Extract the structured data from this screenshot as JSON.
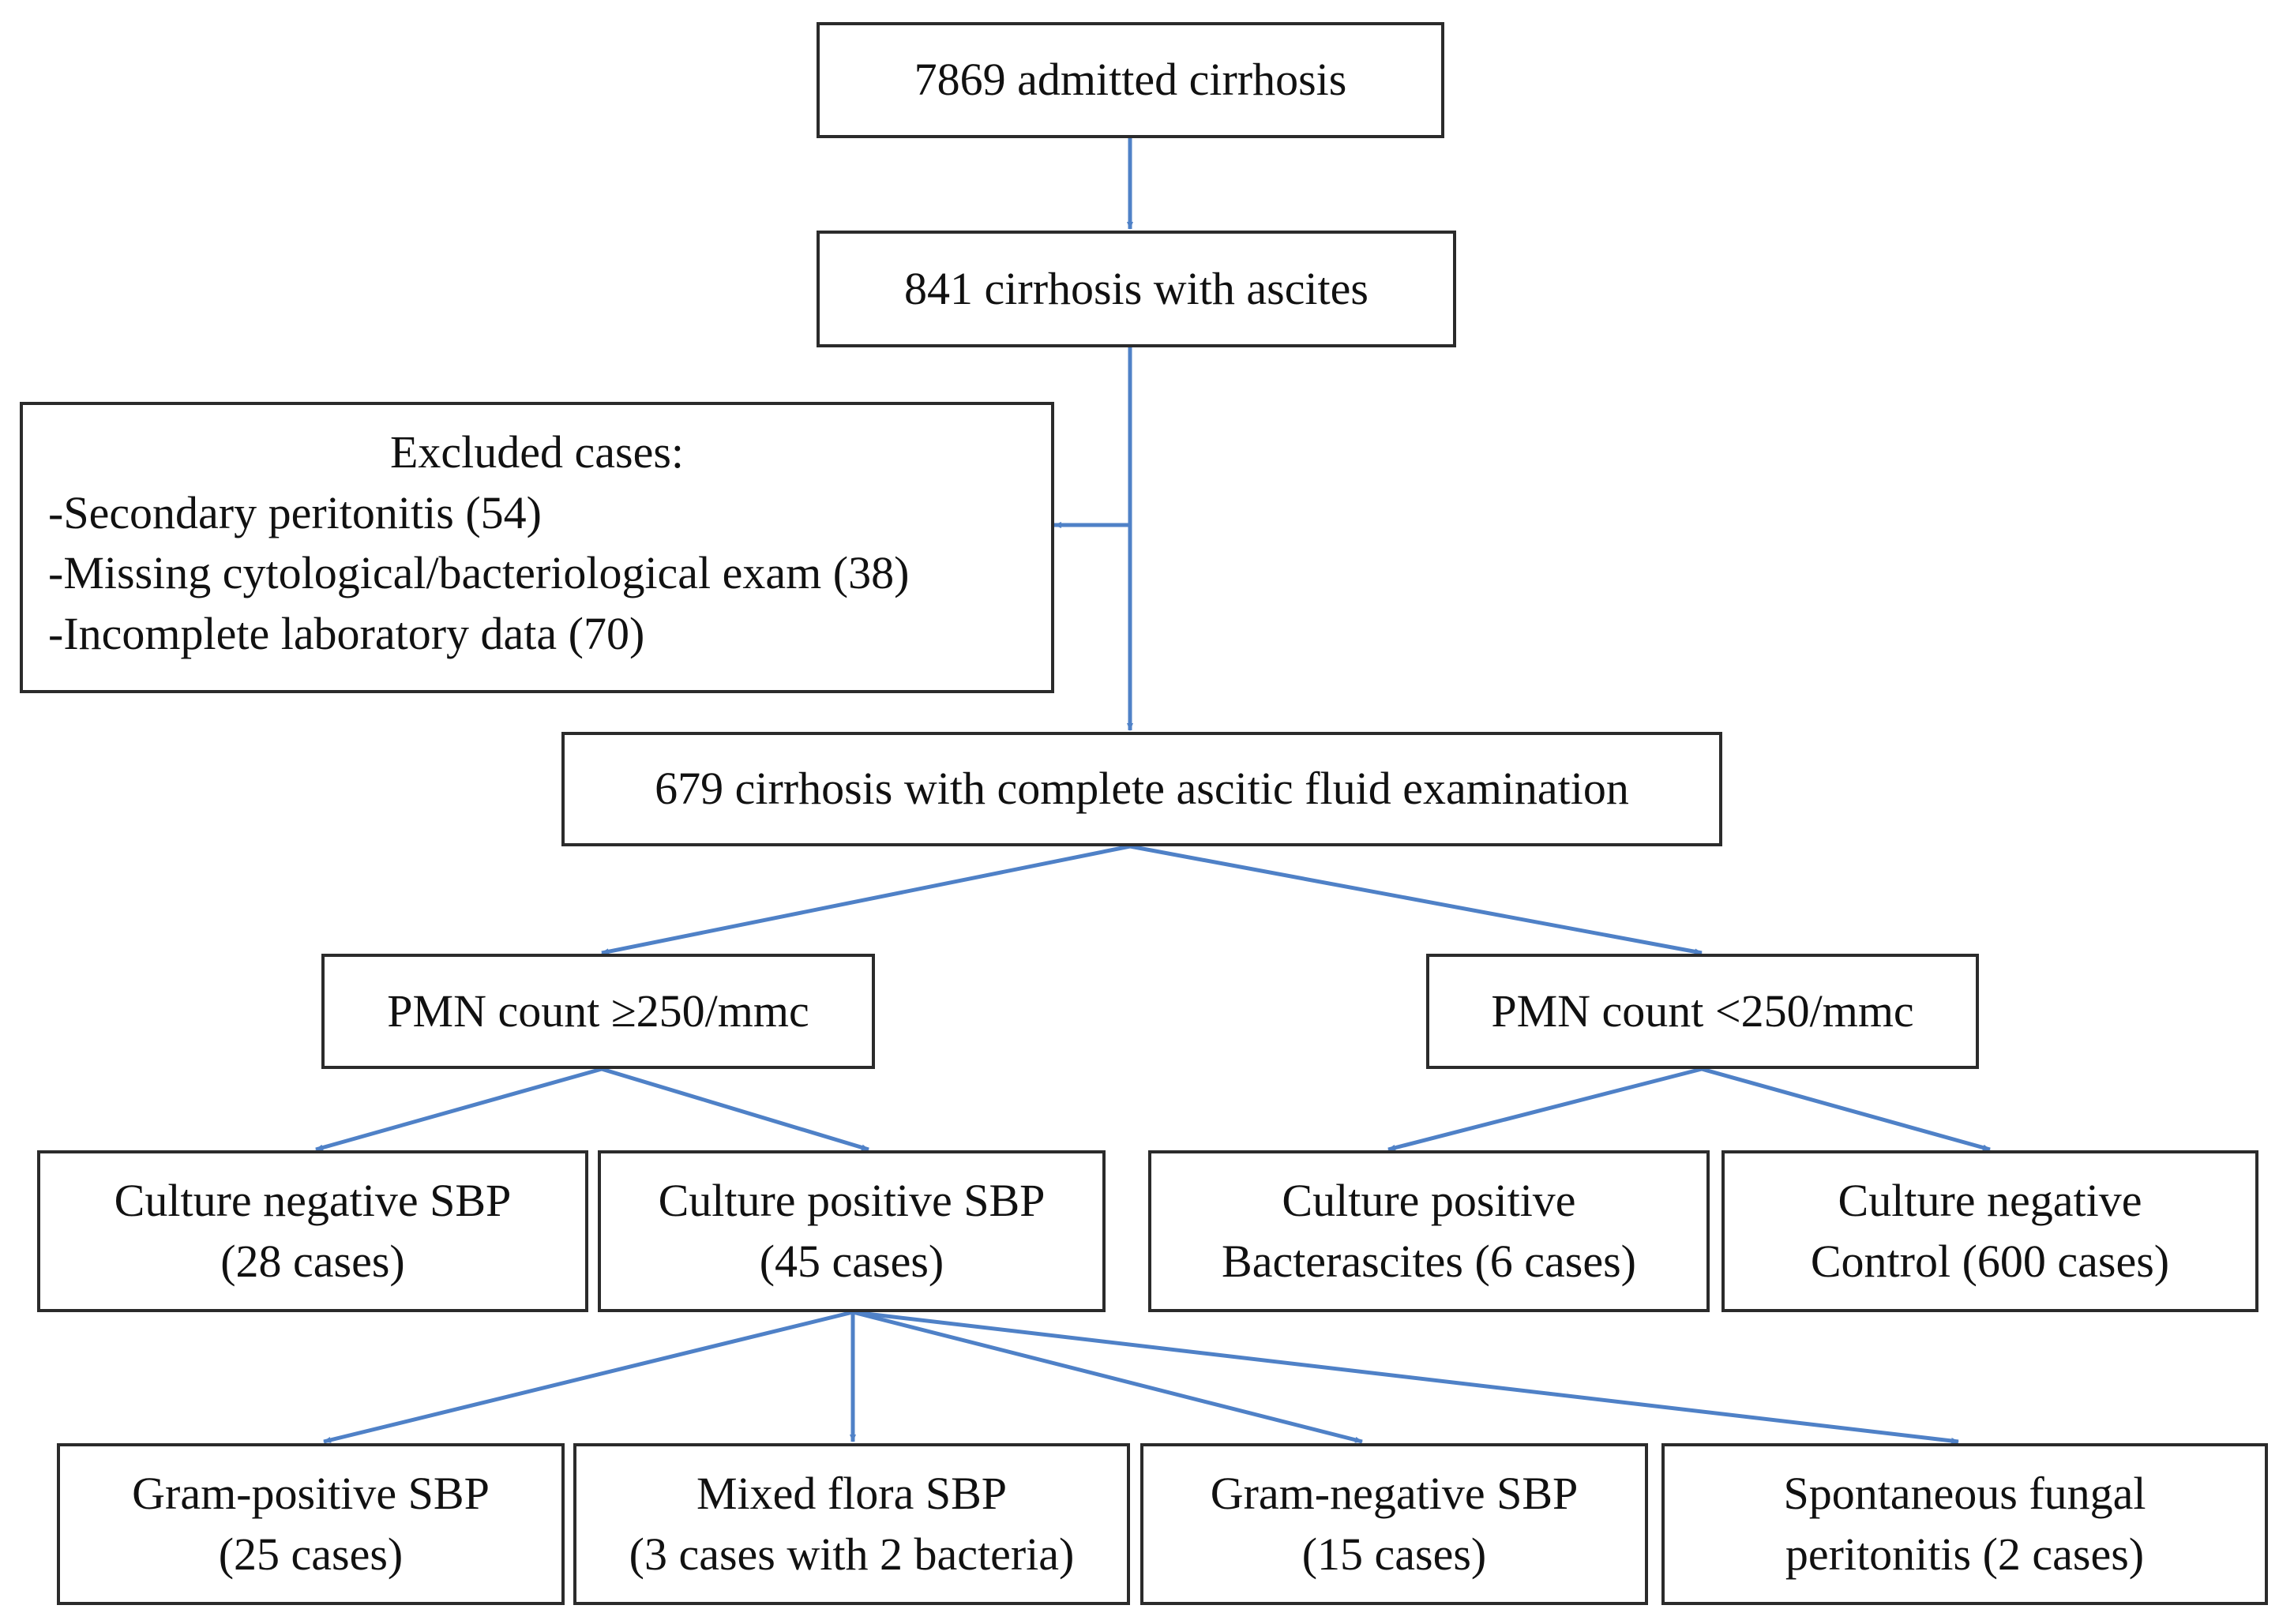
{
  "boxes": {
    "admitted": {
      "lines": [
        "7869 admitted cirrhosis"
      ]
    },
    "ascites": {
      "lines": [
        "841 cirrhosis with ascites"
      ]
    },
    "excluded": {
      "heading": "Excluded cases:",
      "lines": [
        "-Secondary peritonitis (54)",
        "-Missing cytological/bacteriological exam (38)",
        "-Incomplete laboratory data (70)"
      ]
    },
    "complete": {
      "lines": [
        "679 cirrhosis with complete ascitic fluid examination"
      ]
    },
    "pmn_high": {
      "lines": [
        "PMN count ≥250/mmc"
      ]
    },
    "pmn_low": {
      "lines": [
        "PMN count <250/mmc"
      ]
    },
    "culture_neg_sbp": {
      "lines": [
        "Culture negative SBP",
        "(28 cases)"
      ]
    },
    "culture_pos_sbp": {
      "lines": [
        "Culture positive SBP",
        "(45 cases)"
      ]
    },
    "bacterascites": {
      "lines": [
        "Culture positive",
        "Bacterascites (6 cases)"
      ]
    },
    "control": {
      "lines": [
        "Culture negative",
        "Control (600 cases)"
      ]
    },
    "gram_pos": {
      "lines": [
        "Gram-positive SBP",
        "(25 cases)"
      ]
    },
    "mixed": {
      "lines": [
        "Mixed flora SBP",
        "(3 cases with 2 bacteria)"
      ]
    },
    "gram_neg": {
      "lines": [
        "Gram-negative SBP",
        "(15 cases)"
      ]
    },
    "fungal": {
      "lines": [
        "Spontaneous fungal",
        "peritonitis (2 cases)"
      ]
    }
  },
  "colors": {
    "arrow": "#4f81c7",
    "border": "#2b2b2b",
    "text": "#111111"
  }
}
